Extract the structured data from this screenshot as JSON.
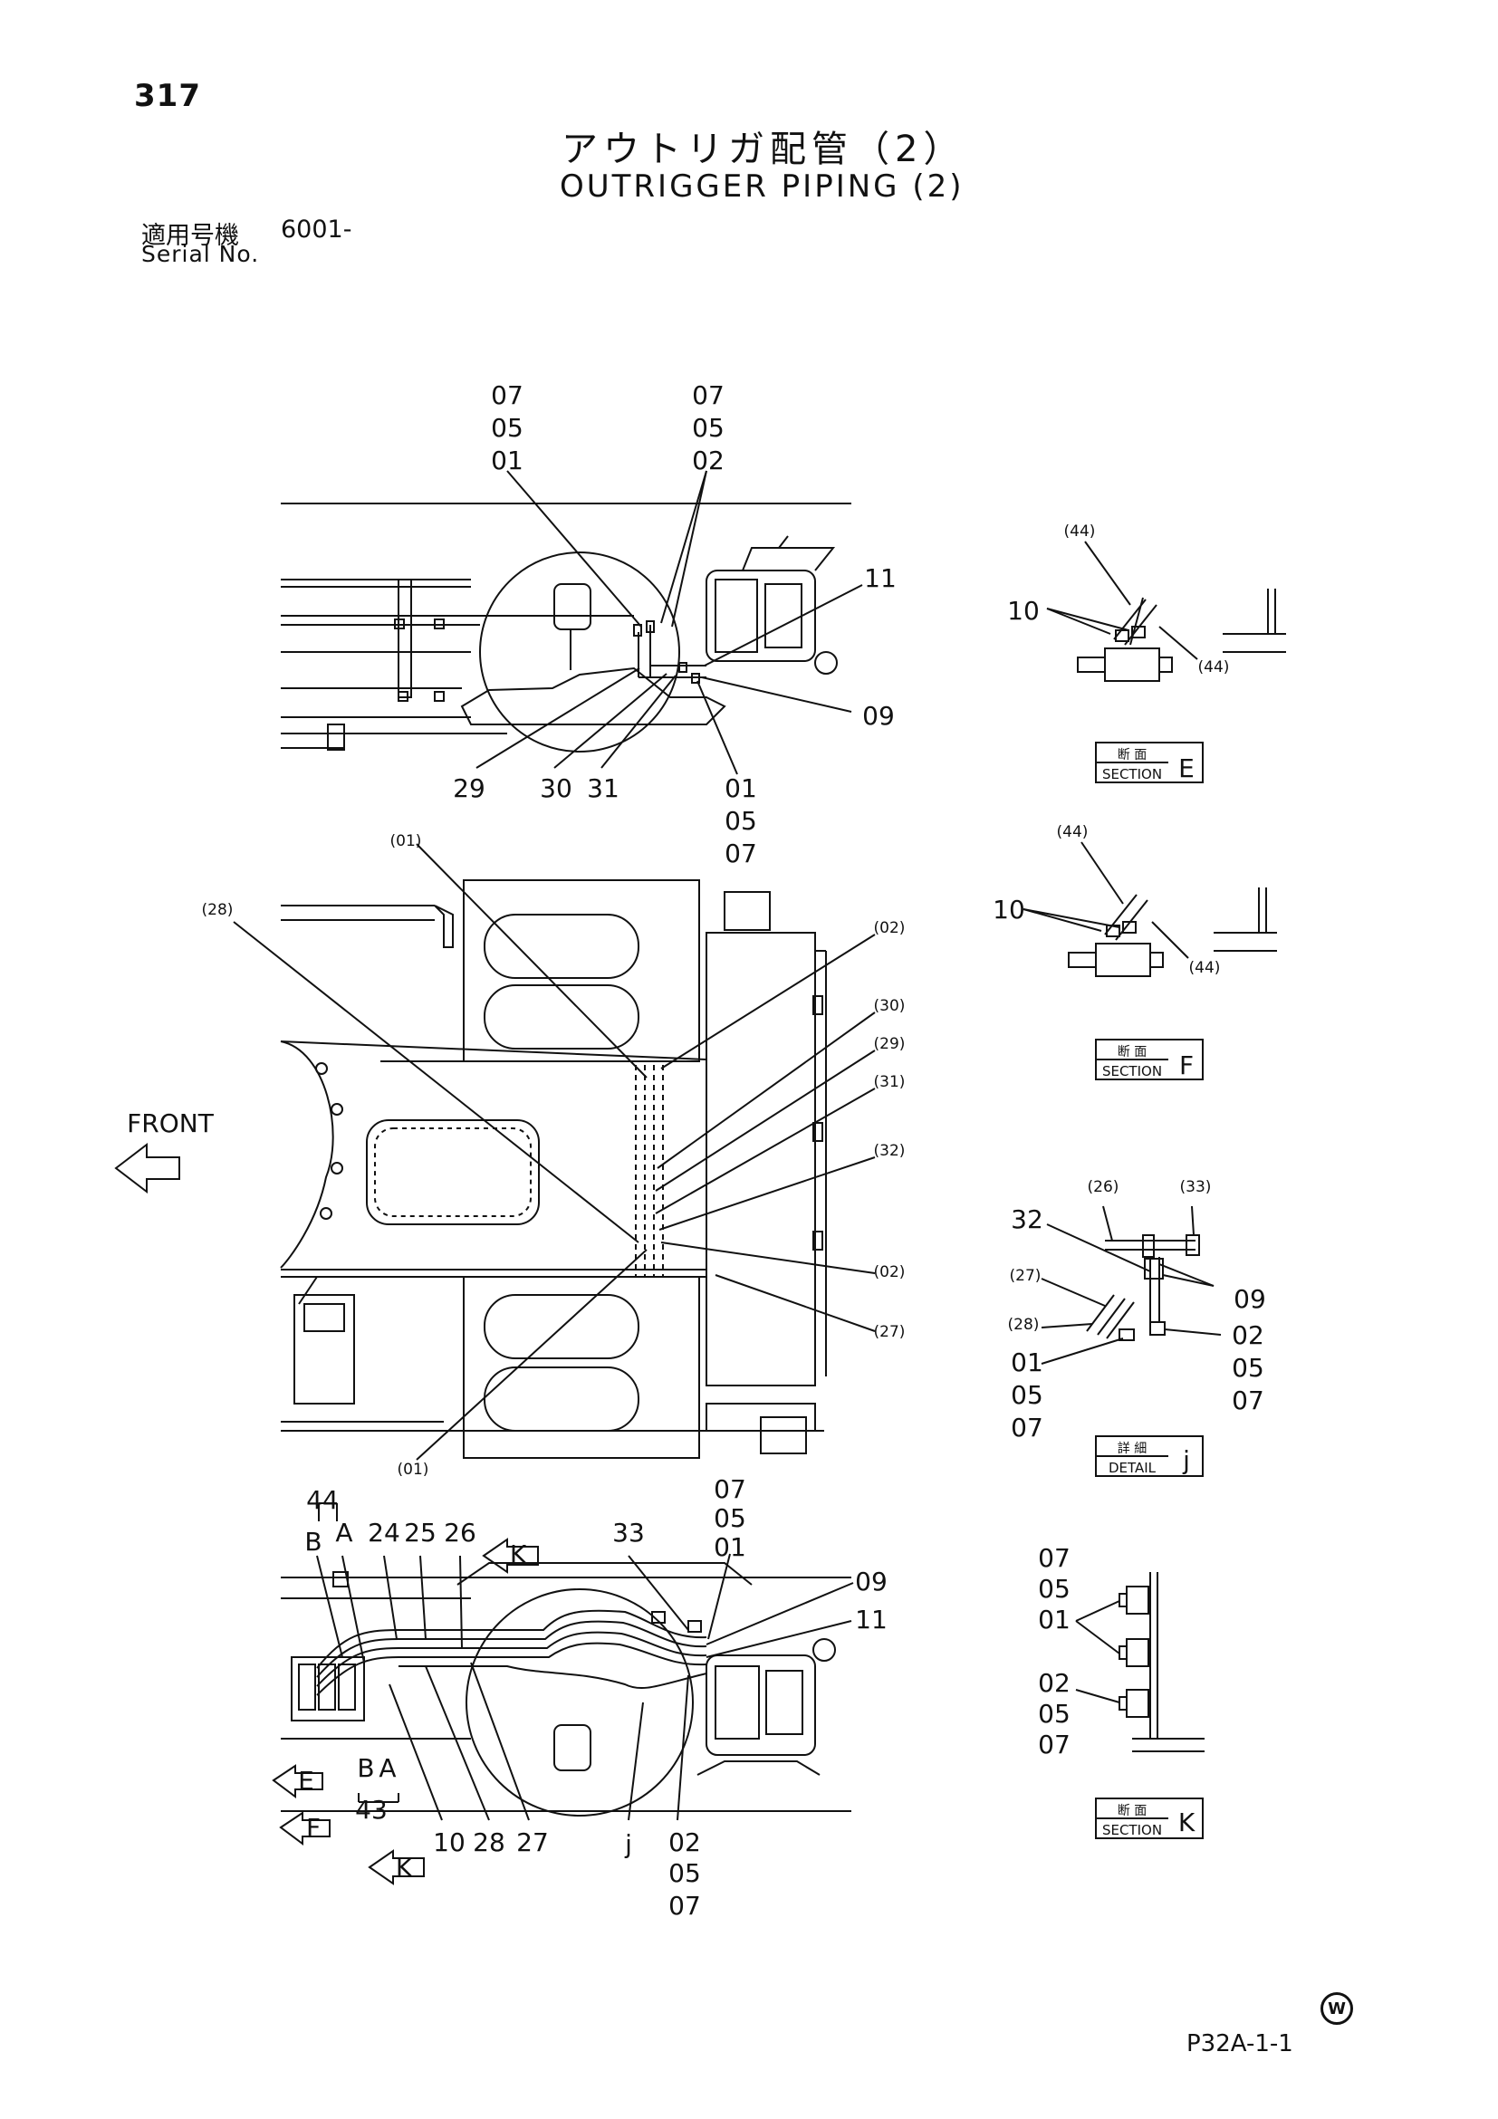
{
  "page_number": "317",
  "title_jp": "アウトリガ配管（2）",
  "title_en": "OUTRIGGER PIPING (2)",
  "serial_label_jp": "適用号機",
  "serial_number": "6001-",
  "serial_label_en": "Serial No.",
  "doc_code": "P32A-1-1",
  "mark": "W",
  "front_label": "FRONT",
  "top_view": {
    "labels": [
      "07",
      "05",
      "01",
      "07",
      "05",
      "02",
      "11",
      "09",
      "29",
      "30",
      "31",
      "01",
      "05",
      "07"
    ]
  },
  "middle_view": {
    "labels": [
      "(01)",
      "(28)",
      "(02)",
      "(30)",
      "(29)",
      "(31)",
      "(32)",
      "(02)",
      "(27)",
      "(01)"
    ]
  },
  "bottom_view": {
    "labels": [
      "44",
      "B",
      "A",
      "24",
      "25",
      "26",
      "K",
      "33",
      "07",
      "05",
      "01",
      "09",
      "11",
      "E",
      "B",
      "A",
      "43",
      "F",
      "10",
      "28",
      "27",
      "K",
      "j",
      "02",
      "05",
      "07"
    ]
  },
  "section_e": {
    "jp": "断 面",
    "en": "SECTION",
    "letter": "E",
    "labels": [
      "(44)",
      "10",
      "(44)"
    ]
  },
  "section_f": {
    "jp": "断 面",
    "en": "SECTION",
    "letter": "F",
    "labels": [
      "(44)",
      "10",
      "(44)"
    ]
  },
  "detail_j": {
    "jp": "詳 細",
    "en": "DETAIL",
    "letter": "j",
    "labels": [
      "(26)",
      "(33)",
      "32",
      "09",
      "(27)",
      "(28)",
      "02",
      "05",
      "07",
      "01",
      "05",
      "07"
    ]
  },
  "section_k": {
    "jp": "断 面",
    "en": "SECTION",
    "letter": "K",
    "labels": [
      "07",
      "05",
      "01",
      "02",
      "05",
      "07"
    ]
  }
}
